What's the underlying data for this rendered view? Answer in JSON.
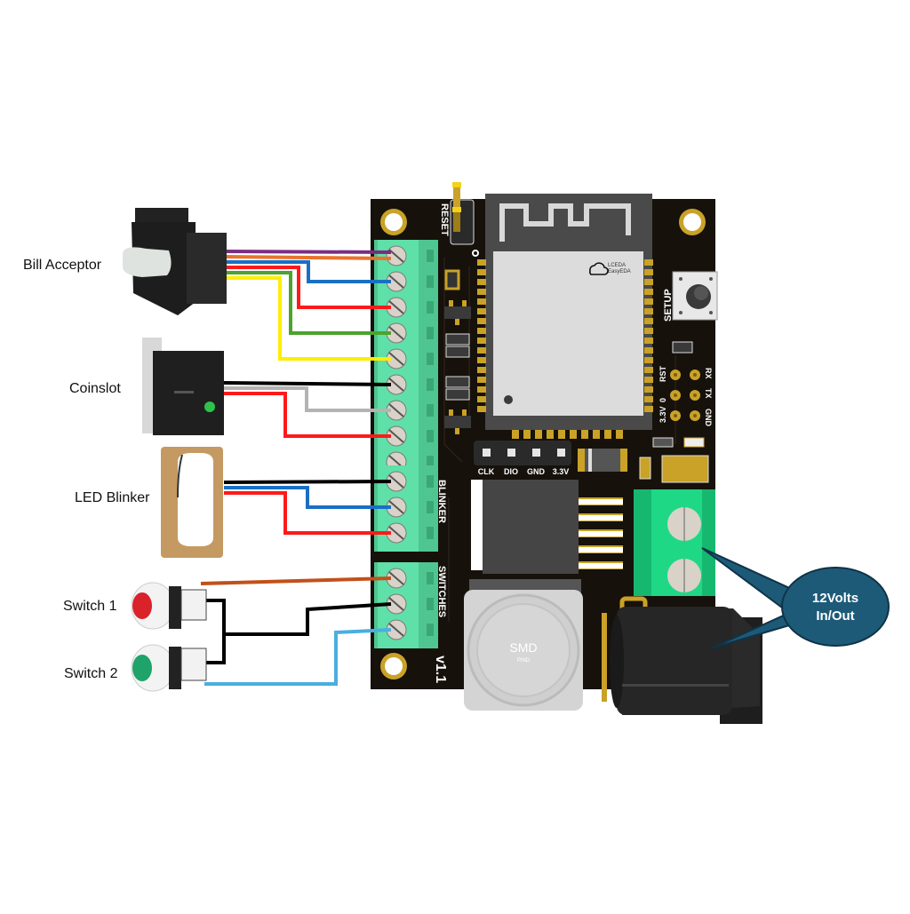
{
  "diagram": {
    "title": "Coin/Bill vending controller wiring diagram",
    "devices": [
      {
        "id": "bill-acceptor",
        "label": "Bill Acceptor",
        "wires": [
          "#7b2d82",
          "#e8742c",
          "#1a6fc4",
          "#ff1a1a",
          "#4ca32e",
          "#ffee00"
        ]
      },
      {
        "id": "coinslot",
        "label": "Coinslot",
        "wires": [
          "#000000",
          "#b3b3b3",
          "#ff1a1a"
        ]
      },
      {
        "id": "led-blinker",
        "label": "LED Blinker",
        "wires": [
          "#000000",
          "#1a6fc4",
          "#ff1a1a"
        ]
      },
      {
        "id": "switch-1",
        "label": "Switch 1",
        "button_color": "#d9222a",
        "wires": [
          "#c2501a",
          "#000000"
        ]
      },
      {
        "id": "switch-2",
        "label": "Switch 2",
        "button_color": "#1fa36a",
        "wires": [
          "#000000",
          "#4aaee0"
        ]
      }
    ],
    "board": {
      "version": "v1.1",
      "reset_label": "RESET",
      "setup_label": "SETUP",
      "blinker_label": "BLINKER",
      "switches_label": "SWITCHES",
      "header_pins": [
        "CLK",
        "DIO",
        "GND",
        "3.3V"
      ],
      "serial_pins_left": [
        "RST",
        "0",
        "3.3V"
      ],
      "serial_pins_right": [
        "RX",
        "TX",
        "GND"
      ],
      "module_brand_line1": "LCEDA",
      "module_brand_line2": "EasyEDA",
      "inductor_line1": "SMD",
      "inductor_line2": "PIND"
    },
    "callout": {
      "line1": "12Volts",
      "line2": "In/Out",
      "color": "#1d5a78"
    },
    "colors": {
      "pcb": "#16110b",
      "terminal_green": "#5fe0a8",
      "power_terminal_green": "#1fd886",
      "gold": "#c9a227"
    }
  }
}
